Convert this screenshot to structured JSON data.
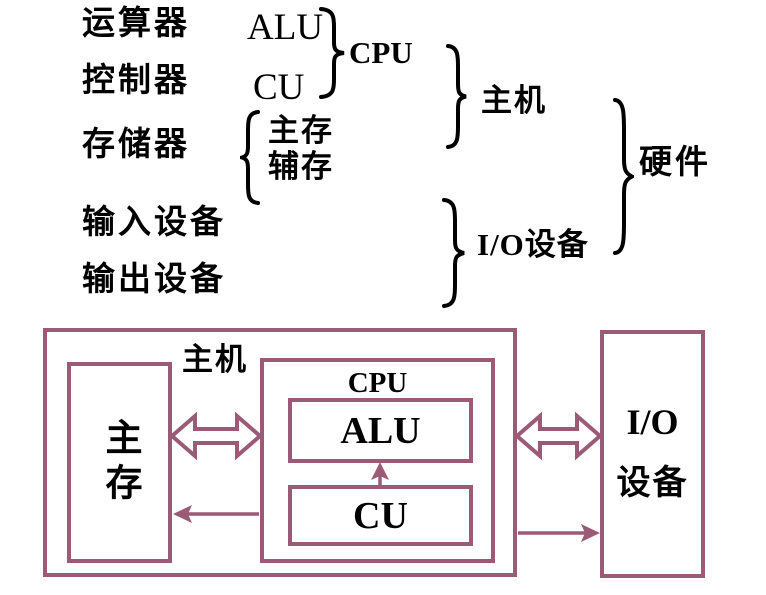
{
  "colors": {
    "accent": "#9b5a76",
    "text": "#000000",
    "background": "#ffffff"
  },
  "hierarchy": {
    "components": [
      {
        "label": "运算器",
        "abbr": "ALU"
      },
      {
        "label": "控制器",
        "abbr": "CU"
      },
      {
        "label": "存储器",
        "children": [
          "主存",
          "辅存"
        ]
      },
      {
        "label": "输入设备"
      },
      {
        "label": "输出设备"
      }
    ],
    "cpu_group": "CPU",
    "host_group": "主机",
    "io_group": "I/O设备",
    "hardware_group": "硬件"
  },
  "block_diagram": {
    "host_label": "主机",
    "cpu_label": "CPU",
    "alu_label": "ALU",
    "cu_label": "CU",
    "main_memory_label": "主存",
    "io_label_line1": "I/O",
    "io_label_line2": "设备"
  }
}
